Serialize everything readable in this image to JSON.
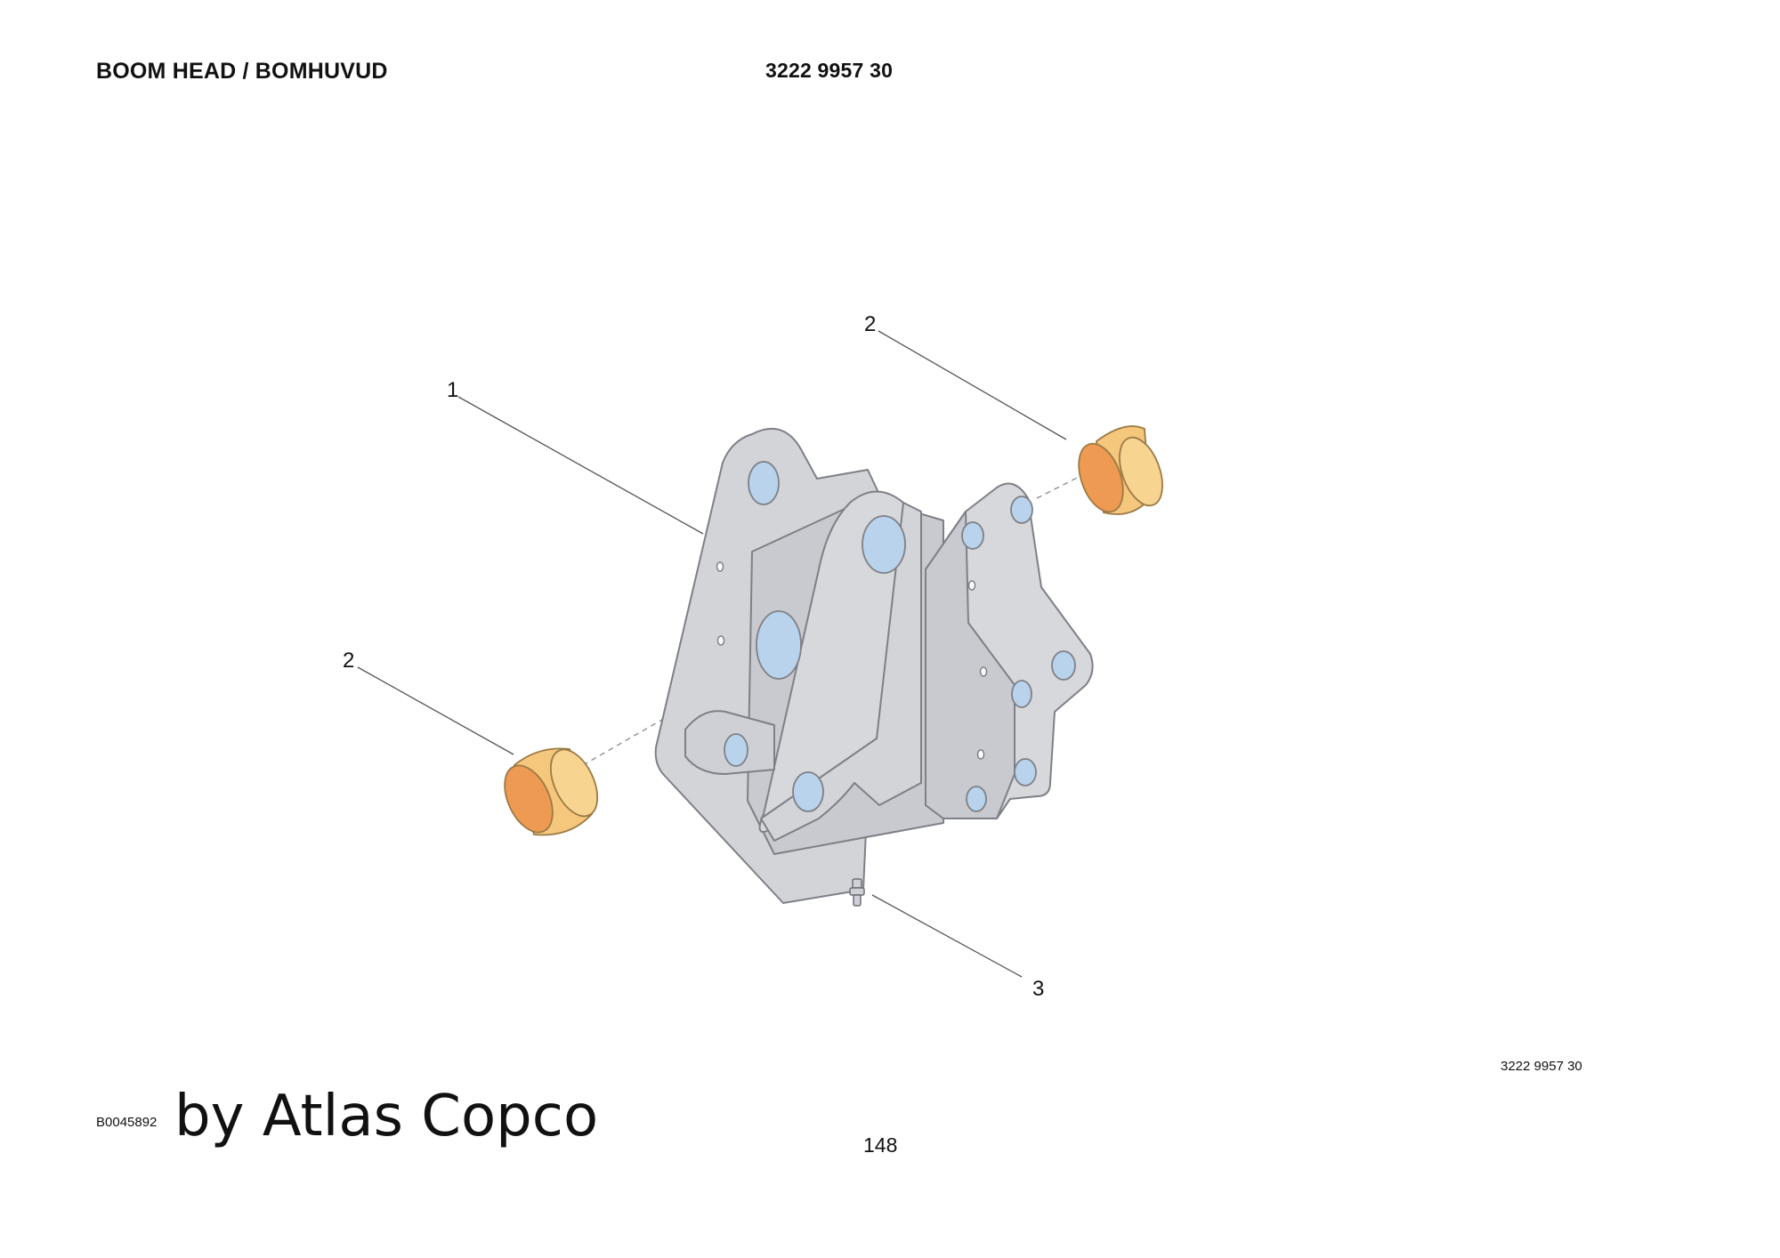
{
  "header": {
    "title": "BOOM HEAD / BOMHUVUD",
    "part_number": "3222 9957 30"
  },
  "callouts": {
    "item1": "1",
    "item2_right": "2",
    "item2_left": "2",
    "item3": "3"
  },
  "footer": {
    "part_number": "3222 9957 30",
    "drawing_id": "B0045892",
    "watermark": "by Atlas Copco",
    "page_number": "148"
  },
  "colors": {
    "bracket": "#d3d4d8",
    "bracket_stroke": "#7e8087",
    "bore": "#b9d3ec",
    "bushing_outer": "#f5c77d",
    "bushing_inner": "#ee9a52"
  }
}
